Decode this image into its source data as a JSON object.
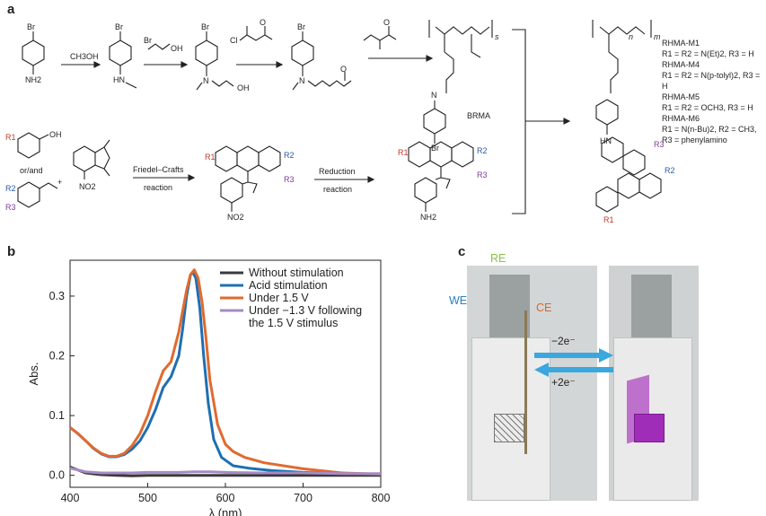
{
  "panels": {
    "a": "a",
    "b": "b",
    "c": "c"
  },
  "scheme": {
    "top_reagents": [
      "CH3OH"
    ],
    "products": {
      "brma_label": "BRMA",
      "polymer_subscript_n": "n",
      "polymer_subscript_m": "m",
      "polymer_subscript_s": "s"
    },
    "atoms": {
      "br": "Br",
      "nh2": "NH2",
      "hn": "HN",
      "n": "N",
      "oh": "OH",
      "cl": "Cl",
      "o": "O",
      "no2": "NO2",
      "nh": "HN",
      "r1": "R1",
      "r2": "R2",
      "r3": "R3"
    },
    "bottom_labels": {
      "or_and": "or/and",
      "plus": "+",
      "step1_a": "Friedel–Crafts",
      "step1_b": "reaction",
      "step2_a": "Reduction",
      "step2_b": "reaction"
    },
    "rhma": [
      {
        "name": "RHMA-M1",
        "r": "R1 = R2 = N(Et)2, R3 = H"
      },
      {
        "name": "RHMA-M4",
        "r": "R1 = R2 = N(p-tolyl)2, R3 = H"
      },
      {
        "name": "RHMA-M5",
        "r": "R1 = R2 = OCH3, R3 = H"
      },
      {
        "name": "RHMA-M6",
        "r": "R1 = N(n-Bu)2, R2 = CH3,",
        "r_extra": "R3 = phenylamino"
      }
    ]
  },
  "chart_data": {
    "type": "line",
    "xlabel": "λ (nm)",
    "ylabel": "Abs.",
    "xlim": [
      400,
      800
    ],
    "ylim": [
      -0.02,
      0.36
    ],
    "xticks": [
      400,
      500,
      600,
      700,
      800
    ],
    "yticks": [
      0.0,
      0.1,
      0.2,
      0.3
    ],
    "legend_position": "top-right",
    "series": [
      {
        "name": "Without stimulation",
        "color": "#3a3a3a",
        "x": [
          400,
          420,
          440,
          460,
          480,
          500,
          520,
          540,
          560,
          580,
          600,
          650,
          700,
          750,
          800
        ],
        "y": [
          0.014,
          0.004,
          0.001,
          0.0,
          -0.001,
          0.0,
          0.0,
          0.0,
          0.0,
          0.0,
          0.0,
          0.0,
          0.0,
          0.0,
          0.0
        ]
      },
      {
        "name": "Acid stimulation",
        "color": "#1f6fb2",
        "x": [
          400,
          410,
          420,
          430,
          440,
          450,
          460,
          470,
          480,
          490,
          500,
          510,
          520,
          530,
          540,
          545,
          550,
          555,
          558,
          562,
          567,
          572,
          578,
          585,
          595,
          610,
          630,
          660,
          700,
          750,
          800
        ],
        "y": [
          0.08,
          0.07,
          0.058,
          0.045,
          0.036,
          0.031,
          0.031,
          0.035,
          0.044,
          0.058,
          0.08,
          0.11,
          0.147,
          0.165,
          0.2,
          0.245,
          0.3,
          0.335,
          0.34,
          0.33,
          0.28,
          0.2,
          0.12,
          0.06,
          0.03,
          0.016,
          0.012,
          0.008,
          0.005,
          0.003,
          0.002
        ]
      },
      {
        "name": "Under 1.5 V",
        "color": "#e06a30",
        "x": [
          400,
          410,
          420,
          430,
          440,
          450,
          460,
          470,
          480,
          490,
          500,
          510,
          520,
          530,
          540,
          550,
          555,
          560,
          565,
          570,
          575,
          580,
          590,
          600,
          610,
          625,
          650,
          700,
          750,
          800
        ],
        "y": [
          0.08,
          0.07,
          0.058,
          0.046,
          0.037,
          0.032,
          0.032,
          0.037,
          0.05,
          0.07,
          0.1,
          0.14,
          0.175,
          0.19,
          0.24,
          0.31,
          0.336,
          0.344,
          0.33,
          0.29,
          0.23,
          0.16,
          0.085,
          0.052,
          0.04,
          0.03,
          0.021,
          0.011,
          0.004,
          0.002
        ]
      },
      {
        "name": "Under −1.3 V following the 1.5 V stimulus",
        "color": "#a58bc4",
        "x": [
          400,
          420,
          440,
          460,
          480,
          500,
          520,
          540,
          560,
          580,
          600,
          650,
          700,
          750,
          800
        ],
        "y": [
          0.012,
          0.006,
          0.004,
          0.004,
          0.004,
          0.005,
          0.005,
          0.005,
          0.006,
          0.006,
          0.005,
          0.004,
          0.004,
          0.003,
          0.003
        ]
      }
    ],
    "legend_labels": [
      "Without stimulation",
      "Acid stimulation",
      "Under 1.5 V",
      "Under −1.3 V following",
      "the 1.5 V stimulus"
    ]
  },
  "photo": {
    "re": "RE",
    "we": "WE",
    "ce": "CE",
    "forward": "−2e⁻",
    "back": "+2e⁻",
    "arrow_color": "#3aa7df",
    "re_color": "#8bc34a",
    "we_color": "#2a7fc0",
    "ce_color": "#d9662d"
  }
}
